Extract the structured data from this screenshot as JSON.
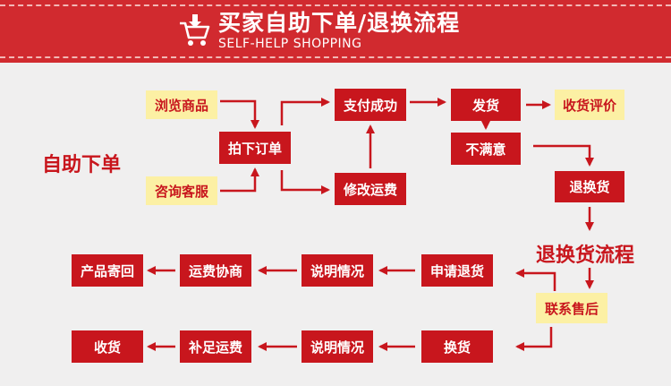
{
  "header": {
    "title": "买家自助下单/退换流程",
    "subtitle": "SELF-HELP SHOPPING"
  },
  "labels": {
    "self_order": "自助下单",
    "return_flow": "退换货流程"
  },
  "nodes": {
    "browse": "浏览商品",
    "consult": "咨询客服",
    "order": "拍下订单",
    "pay_success": "支付成功",
    "modify_freight": "修改运费",
    "ship": "发货",
    "receive_eval": "收货评价",
    "unsatisfied": "不满意",
    "return_exchange": "退换货",
    "contact_service": "联系售后",
    "apply_return": "申请退货",
    "explain_1": "说明情况",
    "freight_negotiate": "运费协商",
    "product_return": "产品寄回",
    "exchange": "换货",
    "explain_2": "说明情况",
    "pay_freight": "补足运费",
    "receive": "收货"
  },
  "colors": {
    "brand_red": "#c8161d",
    "banner_red": "#d12a2f",
    "highlight_yellow": "#fcf0a4",
    "background": "#f0efef"
  }
}
